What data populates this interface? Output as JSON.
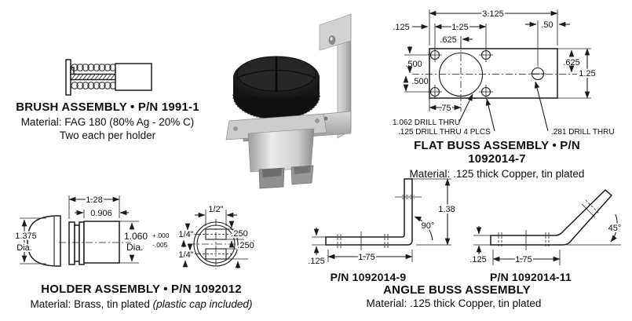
{
  "brush": {
    "title": "BRUSH ASSEMBLY • P/N 1991-1",
    "material": "Material: FAG 180 (80% Ag - 20% C)",
    "note": "Two each per holder"
  },
  "flat_buss": {
    "title": "FLAT BUSS ASSEMBLY • P/N 1092014-7",
    "material": "Material: .125 thick Copper, tin plated",
    "dims": {
      "overall_width": "3.125",
      "edge_to_hole": ".125",
      "hole_spacing": "1.25",
      "hole_to_center": ".625",
      "right_hole_to_edge": ".50",
      "row_offset_top": ".500",
      "row_offset_bottom": ".500",
      "right_hole_down": ".625",
      "overall_height": "1.25",
      "center_hole_x": ".75",
      "note_large_hole": "1.062 DRILL THRU",
      "note_small_holes": ".125 DRILL THRU 4 PLCS",
      "note_right_hole": ".281 DRILL THRU"
    }
  },
  "holder": {
    "title": "HOLDER ASSEMBLY • P/N 1092012",
    "material_plain": "Material: Brass, tin plated ",
    "material_italic": "(plastic cap included)",
    "dims": {
      "cap_dia": "1.375",
      "cap_dia_suffix": "Dia.",
      "overall_length": "1.28",
      "body_length": "0.906",
      "bore_dia": "1.060",
      "bore_dia_suffix": "Dia.",
      "tol_plus": "+.000",
      "tol_minus": "-.005",
      "slot_width": "1/2\"",
      "slot_offset_top": "1/4\"",
      "slot_offset_bottom": "1/4\"",
      "slot_height_top": ".250",
      "slot_height_bottom": ".250"
    }
  },
  "angle_buss": {
    "pn_90": "P/N 1092014-9",
    "pn_45": "P/N 1092014-11",
    "title": "ANGLE BUSS ASSEMBLY",
    "material": "Material: .125 thick Copper, tin plated",
    "d90": {
      "height": "1.38",
      "angle": "90°",
      "length": "1.75",
      "thickness": ".125"
    },
    "d45": {
      "angle": "45°",
      "length": "1.75",
      "thickness": ".125"
    }
  }
}
